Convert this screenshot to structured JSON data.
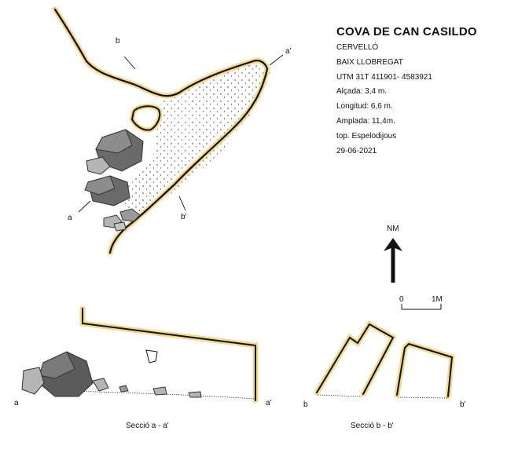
{
  "info": {
    "title": "COVA DE CAN CASILDO",
    "lines": [
      "CERVELLÓ",
      "BAIX LLOBREGAT",
      "UTM 31T 411901- 4583921",
      "Alçada: 3,4 m.",
      "Longitud: 6,6 m.",
      "Amplada: 11,4m.",
      "top. Espelodijous",
      "29-06-2021"
    ]
  },
  "north_arrow": {
    "label": "NM"
  },
  "scale_bar": {
    "start": "0",
    "end": "1M"
  },
  "plan_labels": {
    "a": "a",
    "a_prime": "a'",
    "b": "b",
    "b_prime": "b'"
  },
  "section_aa": {
    "left": "a",
    "right": "a'",
    "caption": "Secció a - a'"
  },
  "section_bb": {
    "left": "b",
    "right": "b'",
    "caption": "Secció b - b'"
  },
  "colors": {
    "wall": "#111111",
    "wall_glow": "#f0d27a",
    "rock_dark": "#5b5b5b",
    "rock_light": "#b5b5b5"
  }
}
